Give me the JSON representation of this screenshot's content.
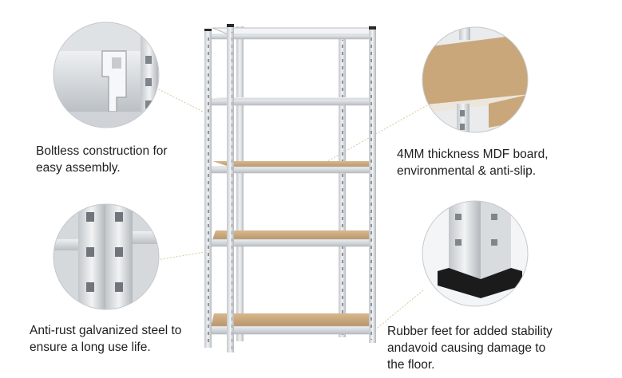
{
  "captions": {
    "boltless": [
      "Boltless construction for",
      "easy assembly."
    ],
    "mdf": [
      "4MM thickness MDF board,",
      "environmental & anti-slip."
    ],
    "galvanized": [
      "Anti-rust galvanized steel to",
      "ensure a long use life."
    ],
    "feet": [
      "Rubber feet for added stability",
      "andavoid causing damage to",
      "the floor."
    ]
  },
  "colors": {
    "steel": "#d9dcdf",
    "steel_dark": "#a9aeb3",
    "board": "#c9a77a",
    "board_dark": "#a8865c",
    "leader_line": "#d8c79a",
    "rubber": "#1b1b1b"
  }
}
